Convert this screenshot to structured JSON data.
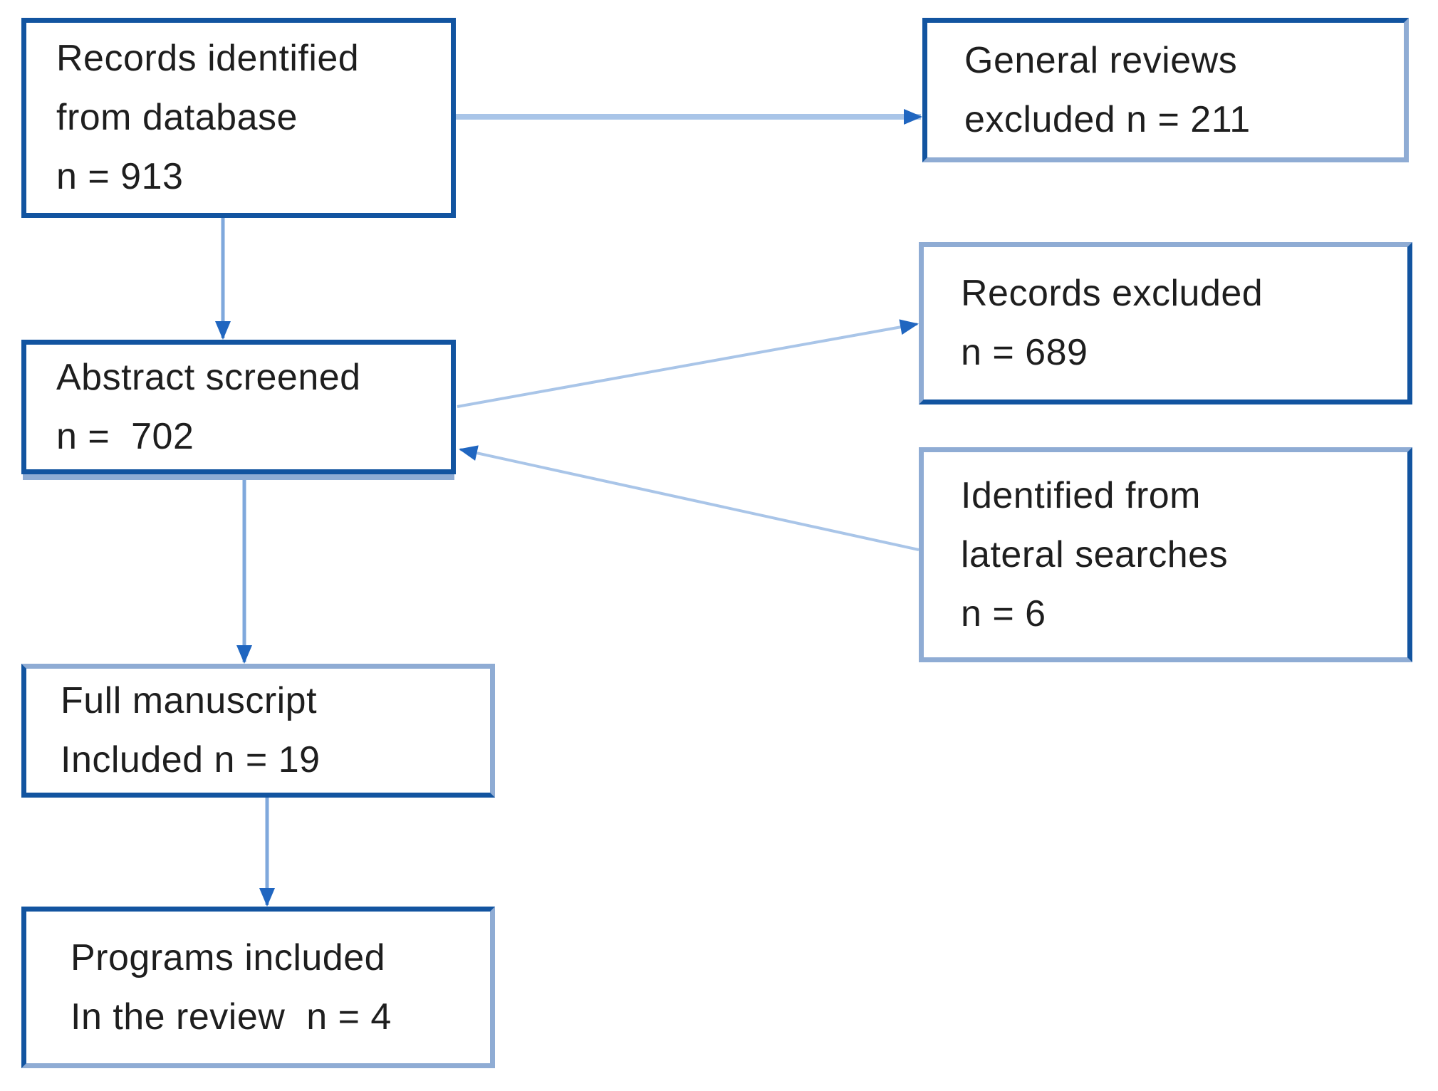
{
  "boxes": {
    "records_identified": {
      "line1": "Records identified",
      "line2": "from database",
      "line3": "n = 913"
    },
    "general_reviews": {
      "line1": "General reviews",
      "line2": "excluded n = 211"
    },
    "abstract_screened": {
      "line1": "Abstract screened",
      "line2": "n =  702"
    },
    "records_excluded": {
      "line1": "Records excluded",
      "line2": "n = 689"
    },
    "lateral_searches": {
      "line1": "Identified from",
      "line2": "lateral searches",
      "line3": "n = 6"
    },
    "full_manuscript": {
      "line1": "Full manuscript",
      "line2": "Included n = 19"
    },
    "programs_included": {
      "line1": "Programs included",
      "line2": "In the review  n = 4"
    }
  },
  "arrows": [
    {
      "from": "records_identified",
      "to": "general_reviews"
    },
    {
      "from": "records_identified",
      "to": "abstract_screened"
    },
    {
      "from": "abstract_screened",
      "to": "records_excluded"
    },
    {
      "from": "lateral_searches",
      "to": "abstract_screened"
    },
    {
      "from": "abstract_screened",
      "to": "full_manuscript"
    },
    {
      "from": "full_manuscript",
      "to": "programs_included"
    }
  ],
  "colors": {
    "box_border_dark": "#1254A0",
    "box_border_light": "#8FACD4",
    "connector_vertical": "#7FA8DC",
    "connector_light": "#A9C5E8",
    "arrowhead": "#2066C0",
    "text": "#1E1E1E",
    "background": "#FFFFFF"
  }
}
